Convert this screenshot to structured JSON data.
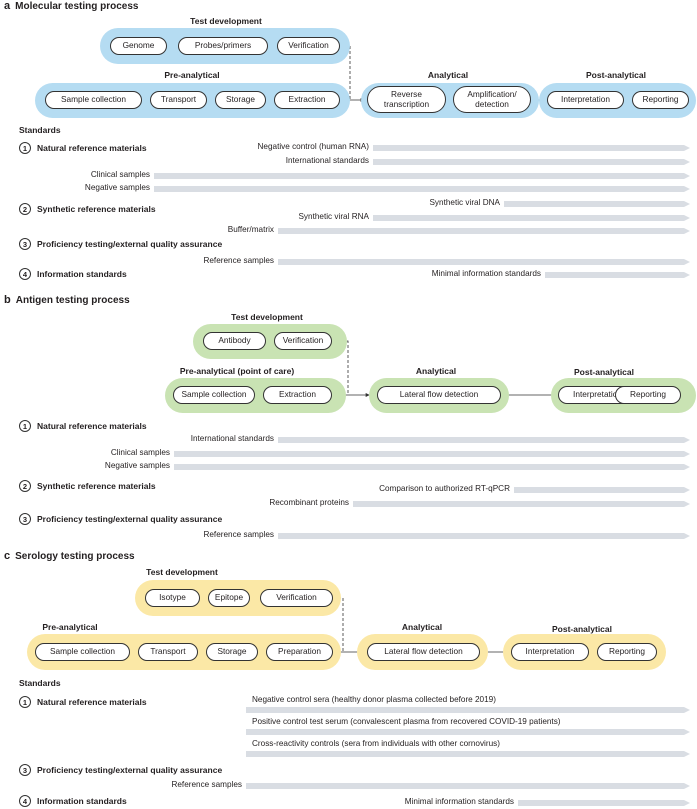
{
  "panel_a": {
    "letter": "a",
    "title": "Molecular testing process",
    "test_development": {
      "label": "Test development",
      "nodes": [
        "Genome",
        "Probes/primers",
        "Verification"
      ]
    },
    "pre_analytical": {
      "label": "Pre-analytical",
      "nodes": [
        "Sample collection",
        "Transport",
        "Storage",
        "Extraction"
      ]
    },
    "analytical": {
      "label": "Analytical",
      "nodes": [
        "Reverse transcription",
        "Amplification/ detection"
      ]
    },
    "post_analytical": {
      "label": "Post-analytical",
      "nodes": [
        "Interpretation",
        "Reporting"
      ]
    },
    "standards_label": "Standards",
    "standards": [
      {
        "num": "1",
        "label": "Natural reference materials"
      },
      {
        "num": "2",
        "label": "Synthetic reference materials"
      },
      {
        "num": "3",
        "label": "Proficiency testing/external quality assurance"
      },
      {
        "num": "4",
        "label": "Information standards"
      }
    ],
    "rows": [
      "Negative control (human RNA)",
      "International standards",
      "Clinical samples",
      "Negative samples",
      "Synthetic viral DNA",
      "Synthetic viral RNA",
      "Buffer/matrix",
      "Reference samples",
      "Minimal information standards"
    ]
  },
  "panel_b": {
    "letter": "b",
    "title": "Antigen testing process",
    "test_development": {
      "label": "Test development",
      "nodes": [
        "Antibody",
        "Verification"
      ]
    },
    "pre_analytical": {
      "label": "Pre-analytical (point of care)",
      "nodes": [
        "Sample collection",
        "Extraction"
      ]
    },
    "analytical": {
      "label": "Analytical",
      "nodes": [
        "Lateral flow detection"
      ]
    },
    "post_analytical": {
      "label": "Post-analytical",
      "nodes": [
        "Interpretation",
        "Reporting"
      ]
    },
    "standards": [
      {
        "num": "1",
        "label": "Natural reference materials"
      },
      {
        "num": "2",
        "label": "Synthetic reference materials"
      },
      {
        "num": "3",
        "label": "Proficiency testing/external quality assurance"
      }
    ],
    "rows": [
      "International standards",
      "Clinical samples",
      "Negative samples",
      "Comparison to authorized RT-qPCR",
      "Recombinant proteins",
      "Reference samples"
    ]
  },
  "panel_c": {
    "letter": "c",
    "title": "Serology testing process",
    "test_development": {
      "label": "Test development",
      "nodes": [
        "Isotype",
        "Epitope",
        "Verification"
      ]
    },
    "pre_analytical": {
      "label": "Pre-analytical",
      "nodes": [
        "Sample collection",
        "Transport",
        "Storage",
        "Preparation"
      ]
    },
    "analytical": {
      "label": "Analytical",
      "nodes": [
        "Lateral flow detection"
      ]
    },
    "post_analytical": {
      "label": "Post-analytical",
      "nodes": [
        "Interpretation",
        "Reporting"
      ]
    },
    "standards_label": "Standards",
    "standards": [
      {
        "num": "1",
        "label": "Natural reference materials"
      },
      {
        "num": "3",
        "label": "Proficiency testing/external quality assurance"
      },
      {
        "num": "4",
        "label": "Information standards"
      }
    ],
    "rows": [
      "Negative control sera (healthy donor plasma collected before 2019)",
      "Positive control test serum (convalescent plasma from recovered COVID-19 patients)",
      "Cross-reactivity controls (sera from individuals with other cornovirus)",
      "Reference samples",
      "Minimal information standards"
    ]
  }
}
